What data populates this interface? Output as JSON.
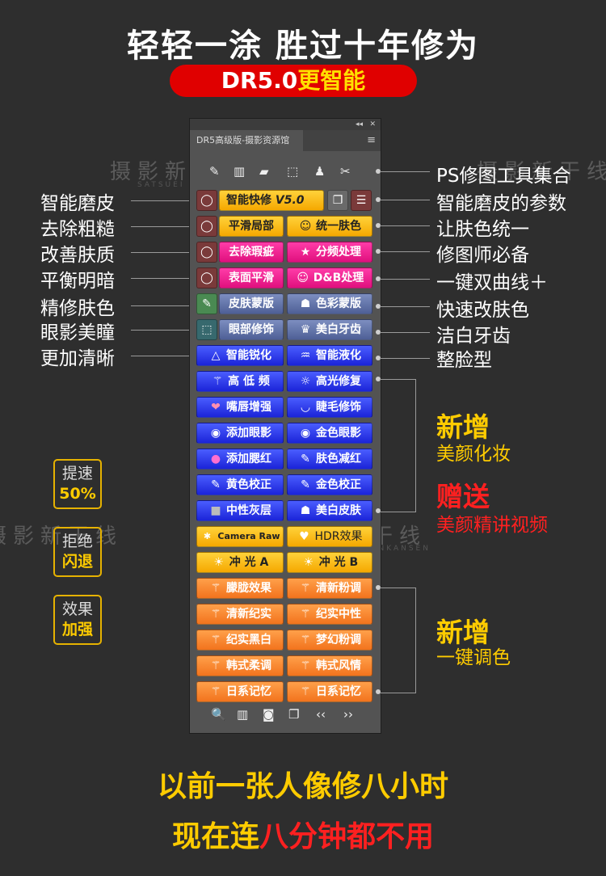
{
  "headline": "轻轻一涂 胜过十年修为",
  "pill": {
    "prefix": "DR5.0",
    "highlight": "更智能"
  },
  "watermark": {
    "cn": "摄影新干线",
    "en": "SATSUEI SHINKANSEN"
  },
  "panel": {
    "collapse_glyph": "◂◂",
    "close_glyph": "✕",
    "tab_title": "DR5高级版-摄影资源馆",
    "menu_glyph": "≡",
    "tool_icons": [
      "✎",
      "▥",
      "▰",
      "⬚",
      "♟",
      "✂"
    ],
    "buttons": {
      "smart": "智能快修",
      "smart_ver": "V5.0",
      "smooth_local": "平滑局部",
      "unify": "统一肤色",
      "remove_blemish": "去除瑕疵",
      "freq": "分频处理",
      "surface": "表面平滑",
      "db": "D&B处理",
      "skin_mask": "皮肤蒙版",
      "color_mask": "色彩蒙版",
      "eye": "眼部修饰",
      "teeth": "美白牙齿",
      "sharpen": "智能锐化",
      "liquify": "智能液化",
      "hlj": "高 低 频",
      "highlight": "高光修复",
      "lip": "嘴唇增强",
      "lash": "睫毛修饰",
      "shadow": "添加眼影",
      "gold_shadow": "金色眼影",
      "blush": "添加腮红",
      "reduce_red": "肤色减红",
      "yellow": "黄色校正",
      "gold": "金色校正",
      "gray": "中性灰层",
      "white_skin": "美白皮肤",
      "camera_raw": "Camera Raw",
      "hdr": "HDR效果",
      "flash_a": "冲 光 A",
      "flash_b": "冲 光 B",
      "hazy": "朦胧效果",
      "fresh_pink": "清新粉调",
      "fresh_doc": "清新纪实",
      "doc_neutral": "纪实中性",
      "doc_bw": "纪实黑白",
      "dream_pink": "梦幻粉调",
      "kr_soft": "韩式柔调",
      "kr_style": "韩式风情",
      "jp_memory1": "日系记忆",
      "jp_memory2": "日系记忆"
    },
    "bottom_icons": [
      "🔍",
      "▥",
      "◙",
      "❐",
      "‹‹",
      "››"
    ]
  },
  "left_labels": [
    "智能磨皮",
    "去除粗糙",
    "改善肤质",
    "平衡明暗",
    "精修肤色",
    "眼影美瞳",
    "更加清晰"
  ],
  "right_labels": [
    "PS修图工具集合",
    "智能磨皮的参数",
    "让肤色统一",
    "修图师必备",
    "一键双曲线＋",
    "快速改肤色",
    "洁白牙齿",
    "整脸型"
  ],
  "new1": {
    "big": "新增",
    "sub": "美颜化妆"
  },
  "gift": {
    "big": "赠送",
    "sub": "美颜精讲视频"
  },
  "new2": {
    "big": "新增",
    "sub": "一键调色"
  },
  "badges": [
    {
      "t1": "提速",
      "t2": "50%"
    },
    {
      "t1": "拒绝",
      "t2": "闪退"
    },
    {
      "t1": "效果",
      "t2": "加强"
    }
  ],
  "bottom": {
    "line1": "以前一张人像修八小时",
    "line2_a": "现在连",
    "line2_b": "八分钟都不用"
  },
  "colors": {
    "background": "#2e2e2e",
    "accent_yellow": "#ffcc00",
    "accent_red": "#ff2020",
    "pill_red": "#e00000"
  }
}
